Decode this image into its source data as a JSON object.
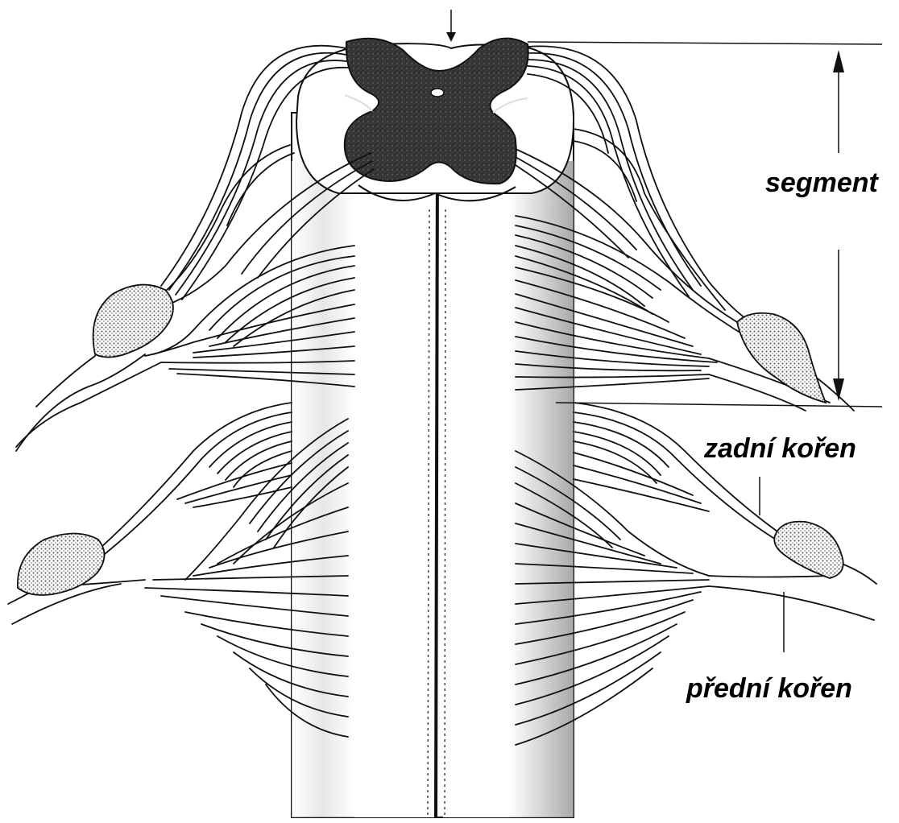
{
  "labels": {
    "segment": "segment",
    "dorsal_root": "zadní kořen",
    "ventral_root": "přední kořen"
  },
  "colors": {
    "ink": "#111111",
    "grey_matter": "#3a3a3a",
    "ganglion_stipple": "#8a8a8a",
    "background": "#ffffff"
  }
}
